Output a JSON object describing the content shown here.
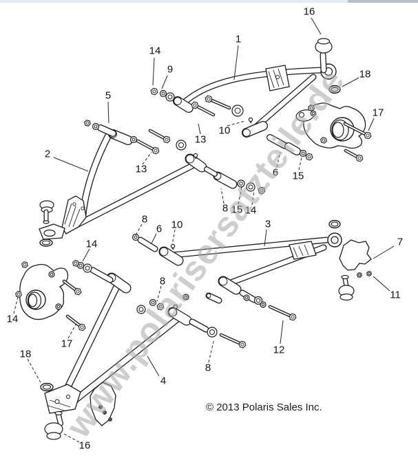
{
  "window": {
    "top_strip_left_color": "#e4ecf2",
    "top_strip_right_color": "#b5bfc7"
  },
  "diagram": {
    "watermark_text": "www.polarisersatzteile.de",
    "copyright_text": "© 2013 Polaris Sales Inc.",
    "line_color": "#1c1c1c",
    "callouts": [
      {
        "num": "16"
      },
      {
        "num": "1"
      },
      {
        "num": "14"
      },
      {
        "num": "9"
      },
      {
        "num": "18"
      },
      {
        "num": "5"
      },
      {
        "num": "17"
      },
      {
        "num": "10"
      },
      {
        "num": "13"
      },
      {
        "num": "2"
      },
      {
        "num": "13"
      },
      {
        "num": "6"
      },
      {
        "num": "15"
      },
      {
        "num": "8"
      },
      {
        "num": "15"
      },
      {
        "num": "14"
      },
      {
        "num": "8"
      },
      {
        "num": "10"
      },
      {
        "num": "3"
      },
      {
        "num": "6"
      },
      {
        "num": "7"
      },
      {
        "num": "14"
      },
      {
        "num": "8"
      },
      {
        "num": "11"
      },
      {
        "num": "14"
      },
      {
        "num": "17"
      },
      {
        "num": "12"
      },
      {
        "num": "18"
      },
      {
        "num": "8"
      },
      {
        "num": "4"
      },
      {
        "num": "16"
      }
    ]
  }
}
